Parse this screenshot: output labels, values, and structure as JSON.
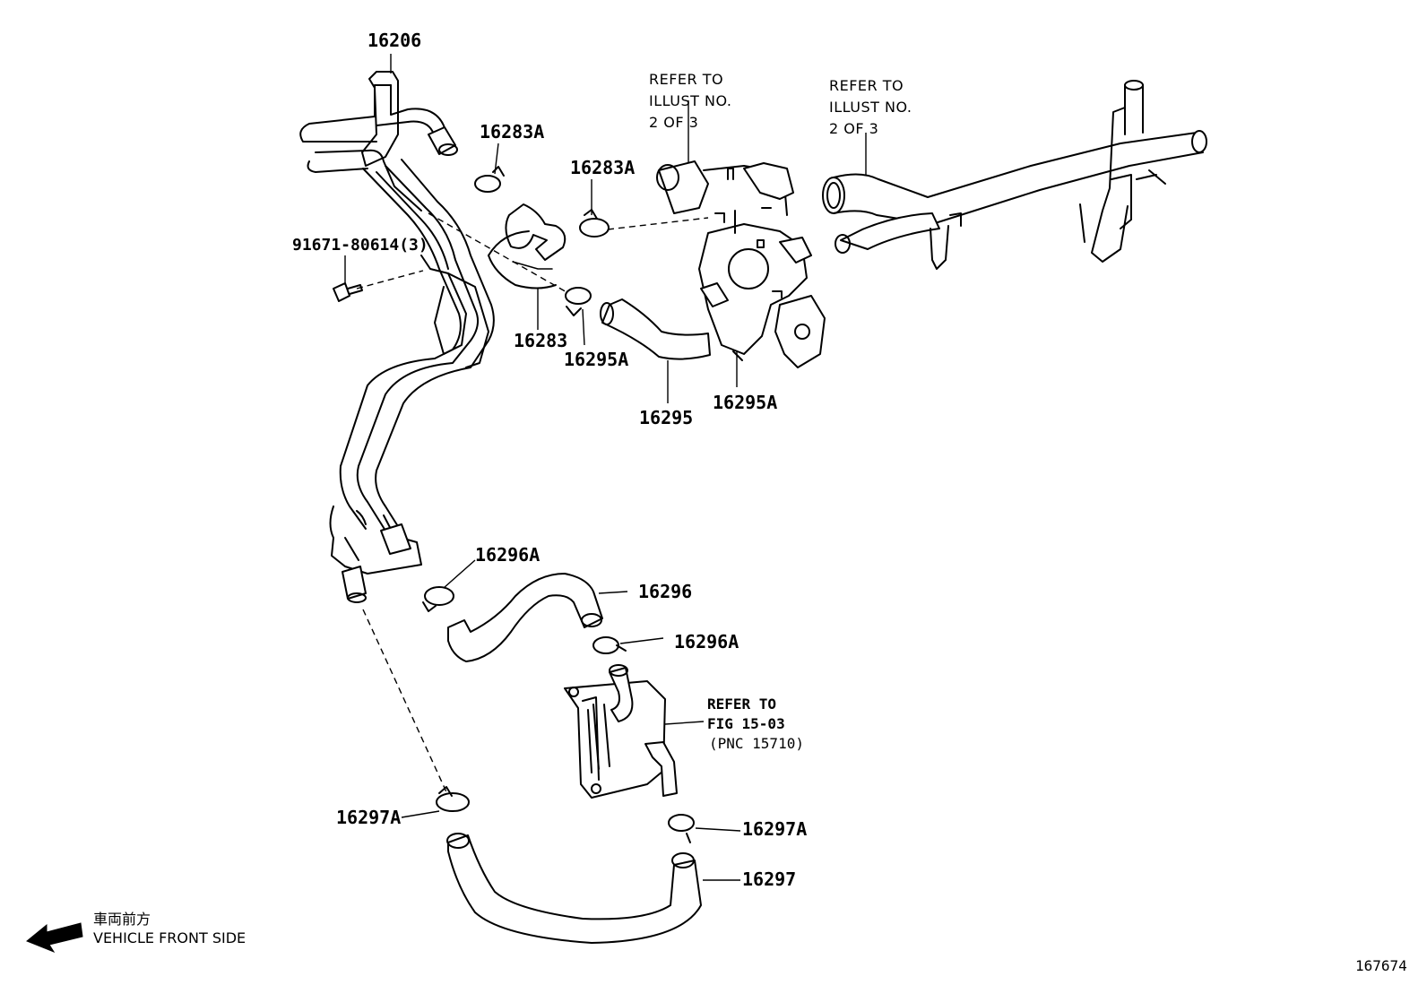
{
  "labels": {
    "p16206": "16206",
    "p16283A_1": "16283A",
    "p16283A_2": "16283A",
    "p91671": "91671-80614(3)",
    "p16283": "16283",
    "p16295A_1": "16295A",
    "p16295": "16295",
    "p16295A_2": "16295A",
    "p16296A_1": "16296A",
    "p16296": "16296",
    "p16296A_2": "16296A",
    "p16297A_1": "16297A",
    "p16297A_2": "16297A",
    "p16297": "16297"
  },
  "refer_left": [
    "REFER TO",
    "ILLUST NO.",
    "2 OF 3"
  ],
  "refer_right": [
    "REFER TO",
    "ILLUST NO.",
    "2 OF 3"
  ],
  "refer_fig": [
    "REFER TO",
    "FIG 15-03",
    "(PNC 15710)"
  ],
  "direction": {
    "japanese": "車両前方",
    "english": "VEHICLE FRONT SIDE"
  },
  "illustration_number": "167674"
}
